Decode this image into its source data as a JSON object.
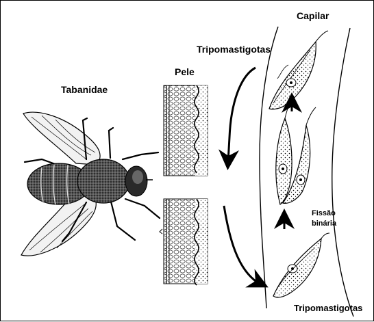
{
  "labels": {
    "tabanidae": "Tabanidae",
    "pele": "Pele",
    "capilar": "Capilar",
    "tripo_top": "Tripomastigotas",
    "tripo_bottom": "Tripomastigotas",
    "fissao_line1": "Fissão",
    "fissao_line2": "binária"
  },
  "colors": {
    "ink": "#000000",
    "paper": "#ffffff",
    "shade": "#3a3a3a"
  }
}
